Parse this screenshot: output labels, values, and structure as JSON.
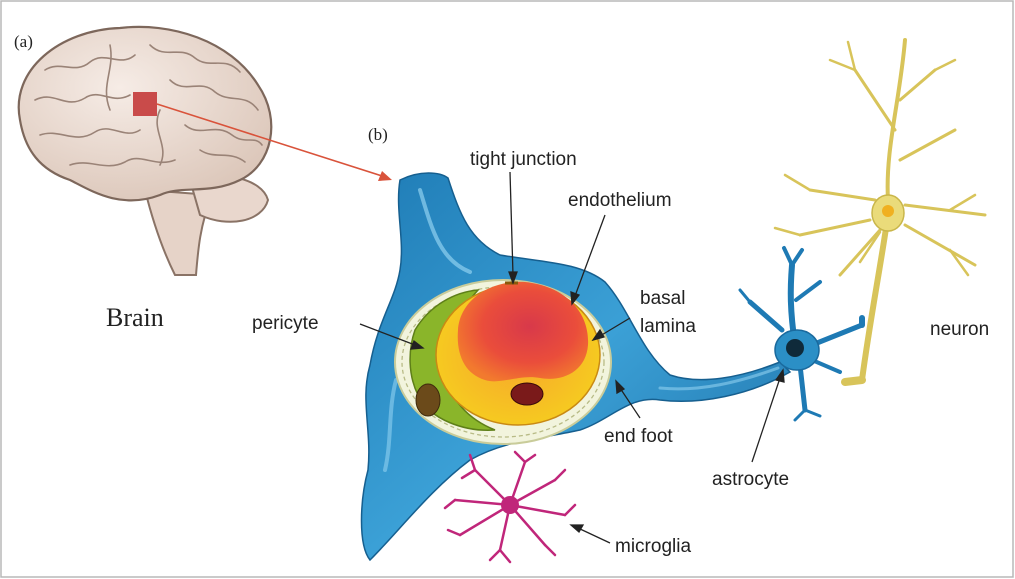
{
  "panels": {
    "a": "(a)",
    "b": "(b)"
  },
  "labels": {
    "brain": "Brain",
    "tight_junction": "tight junction",
    "endothelium": "endothelium",
    "basal_lamina_1": "basal",
    "basal_lamina_2": "lamina",
    "pericyte": "pericyte",
    "end_foot": "end foot",
    "astrocyte": "astrocyte",
    "neuron": "neuron",
    "microglia": "microglia"
  },
  "colors": {
    "astrocyte_blue": "#2b8fc6",
    "lumen_red": "#e94a3a",
    "endothelium_yellow": "#f6c21e",
    "pericyte_green": "#8ab52a",
    "neuron_yellow": "#eadb7a",
    "microglia_magenta": "#c0267a",
    "pointer_red": "#d9533b",
    "brain_skin": "#ecdcd2"
  }
}
